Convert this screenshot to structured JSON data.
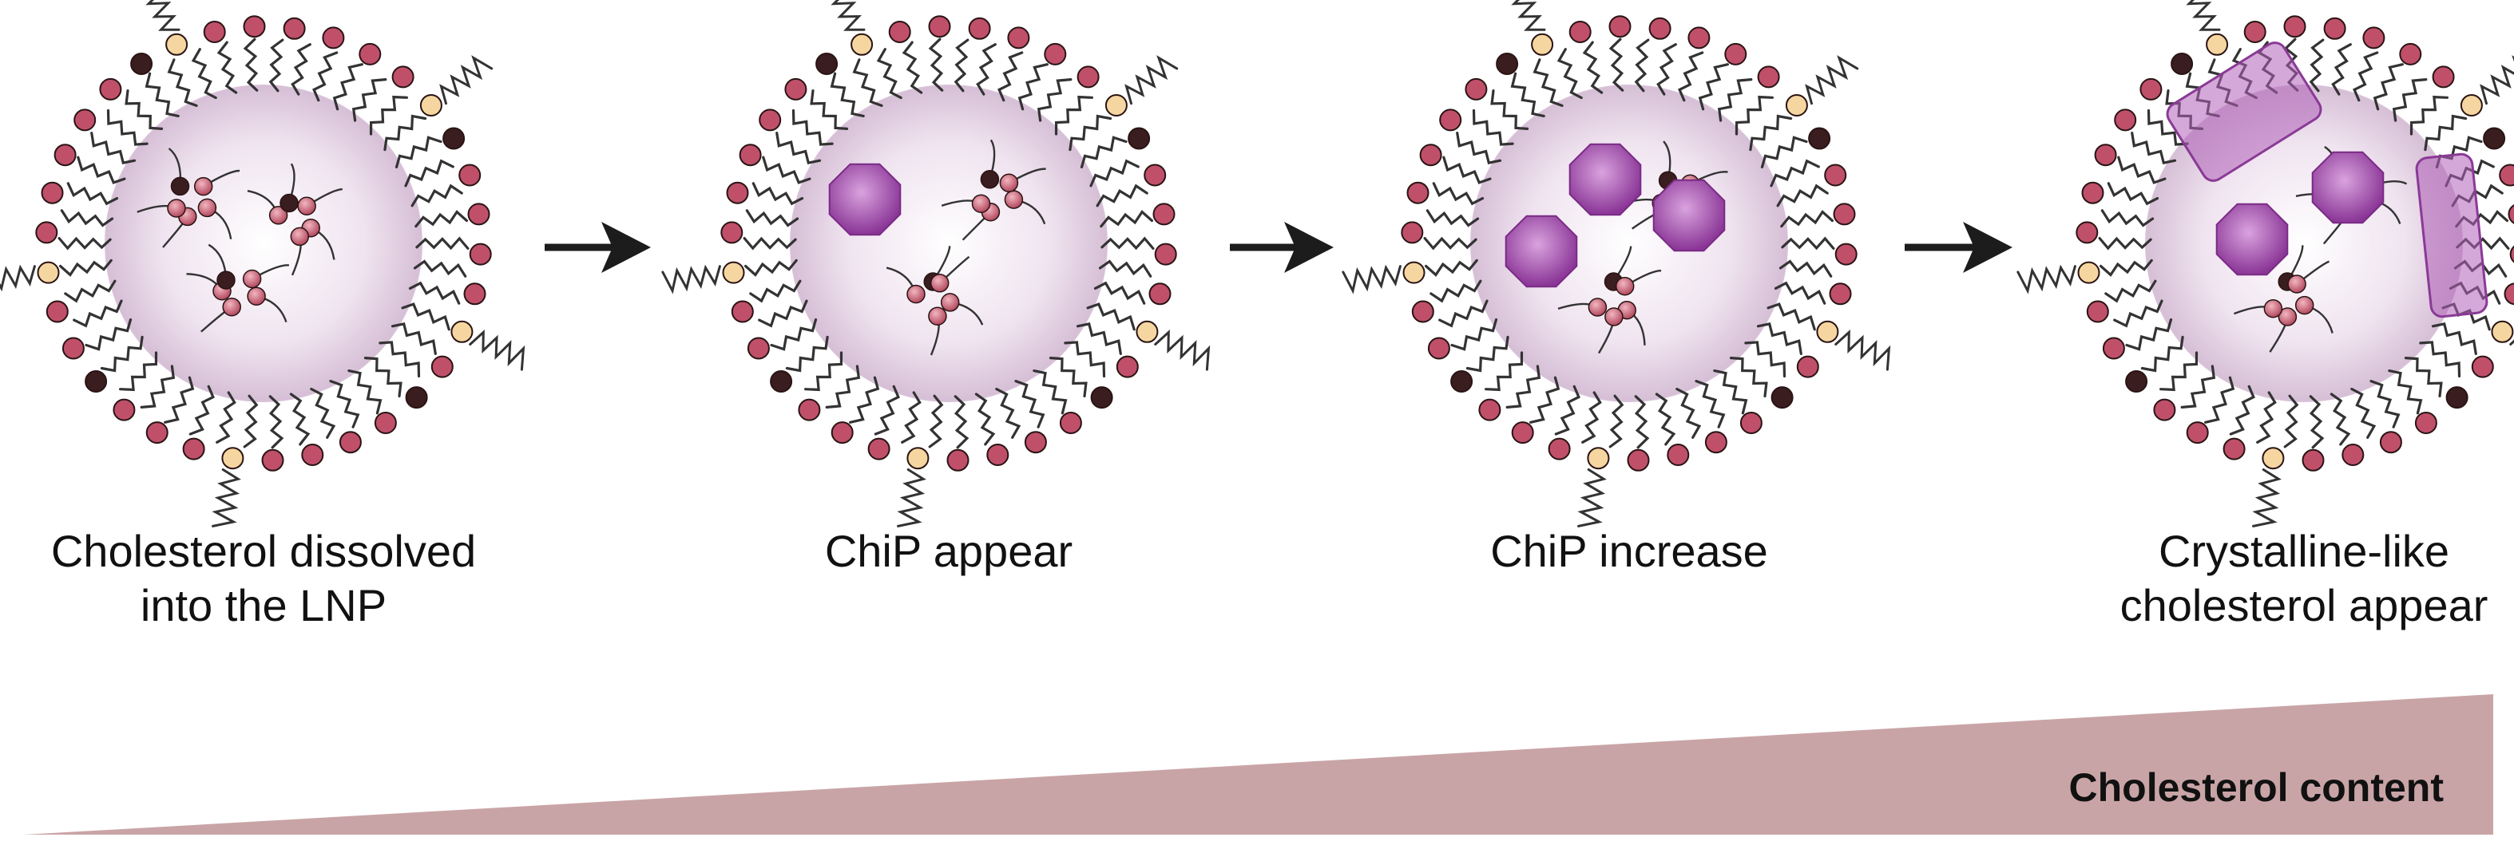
{
  "stages": [
    {
      "label_lines": [
        "Cholesterol dissolved",
        "into the LNP"
      ],
      "chip_count": 0,
      "crystals": false
    },
    {
      "label_lines": [
        "ChiP appear"
      ],
      "chip_count": 1,
      "crystals": false
    },
    {
      "label_lines": [
        "ChiP increase"
      ],
      "chip_count": 3,
      "crystals": false
    },
    {
      "label_lines": [
        "Crystalline-like",
        "cholesterol appear"
      ],
      "chip_count": 2,
      "crystals": true
    }
  ],
  "gradient": {
    "label": "Cholesterol content"
  },
  "colors": {
    "headgroup_pink": "#c0506a",
    "headgroup_dark": "#3a1d1f",
    "headgroup_cream": "#f6d6a0",
    "core_light": "#ffffff",
    "core_edge": "#d8c2d8",
    "chip": "#9a44a6",
    "crystal": "#b060b8",
    "gradient_fill": "#c9a4a6",
    "arrow": "#1c1c1c",
    "tail": "#333333"
  }
}
